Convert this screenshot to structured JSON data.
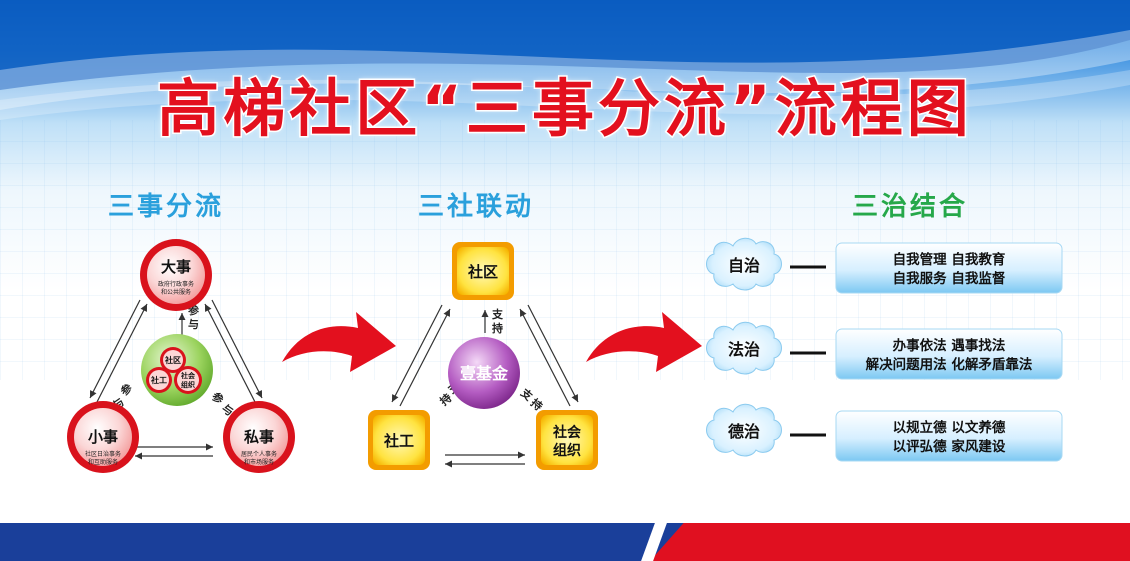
{
  "title": "高梯社区“三事分流”流程图",
  "sections": {
    "s1": "三事分流",
    "s2": "三社联动",
    "s3": "三治结合"
  },
  "flow1": {
    "big": {
      "title": "大事",
      "sub1": "政府行政事务",
      "sub2": "和公共服务"
    },
    "small": {
      "title": "小事",
      "sub1": "社区日治事务",
      "sub2": "和互助服务"
    },
    "private": {
      "title": "私事",
      "sub1": "居民个人事务",
      "sub2": "和市场服务"
    },
    "center": {
      "a": "社区",
      "b": "社工",
      "c1": "社会",
      "c2": "组织"
    },
    "canyu": [
      "参",
      "与"
    ]
  },
  "flow2": {
    "top": "社区",
    "left": "社工",
    "right1": "社会",
    "right2": "组织",
    "center": "壹基金",
    "zhichi": [
      "支",
      "持"
    ]
  },
  "flow3": [
    {
      "label": "自治",
      "line1": "自我管理   自我教育",
      "line2": "自我服务   自我监督"
    },
    {
      "label": "法治",
      "line1": "办事依法   遇事找法",
      "line2": "解决问题用法  化解矛盾靠法"
    },
    {
      "label": "德治",
      "line1": "以规立德   以文养德",
      "line2": "以评弘德   家风建设"
    }
  ],
  "colors": {
    "title_red": "#e3101e",
    "section_blue": "#2aa0dc",
    "section_green": "#26a84a",
    "node_red": "#d9121c",
    "node_yellow": "#f6c400",
    "center_purple": "#9b3fa8",
    "center_green": "#7cc242",
    "footer_blue": "#1a3f9a",
    "footer_red": "#e01020"
  }
}
